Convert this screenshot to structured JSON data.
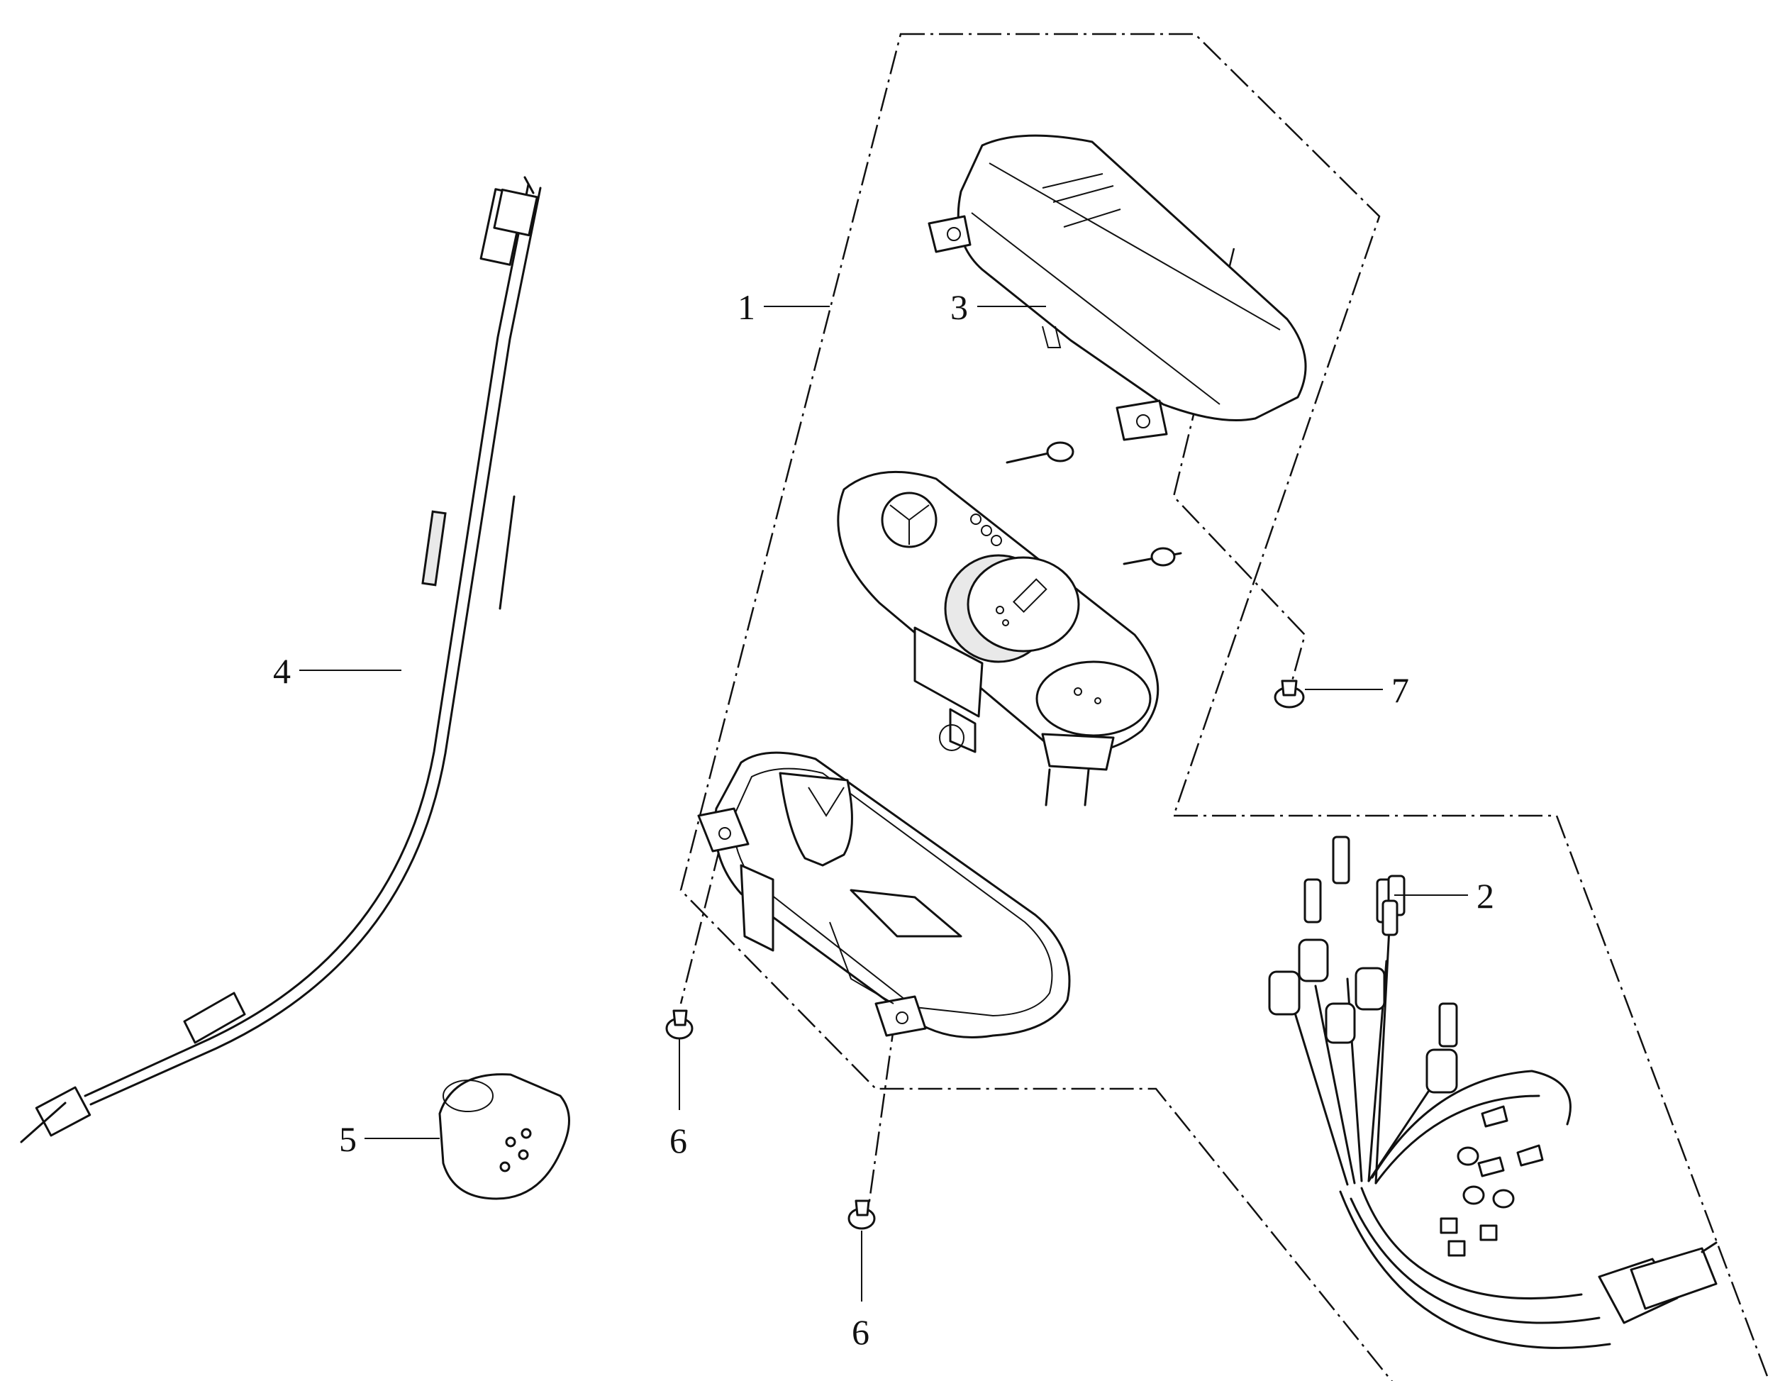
{
  "callouts": [
    {
      "id": "1",
      "label": "1"
    },
    {
      "id": "2",
      "label": "2"
    },
    {
      "id": "3",
      "label": "3"
    },
    {
      "id": "4",
      "label": "4"
    },
    {
      "id": "5",
      "label": "5"
    },
    {
      "id": "6a",
      "label": "6"
    },
    {
      "id": "6b",
      "label": "6"
    },
    {
      "id": "7",
      "label": "7"
    }
  ]
}
